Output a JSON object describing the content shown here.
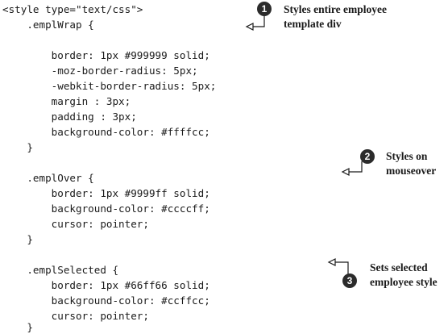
{
  "code": {
    "lines": [
      "<style type=\"text/css\">",
      "    .emplWrap {",
      "",
      "        border: 1px #999999 solid;",
      "        -moz-border-radius: 5px;",
      "        -webkit-border-radius: 5px;",
      "        margin : 3px;",
      "        padding : 3px;",
      "        background-color: #ffffcc;",
      "    }",
      "",
      "    .emplOver {",
      "        border: 1px #9999ff solid;",
      "        background-color: #ccccff;",
      "        cursor: pointer;",
      "    }",
      "",
      "    .emplSelected {",
      "        border: 1px #66ff66 solid;",
      "        background-color: #ccffcc;",
      "        cursor: pointer;",
      "    }"
    ]
  },
  "callouts": [
    {
      "number": "1",
      "lines": [
        "Styles entire employee",
        "template div"
      ]
    },
    {
      "number": "2",
      "lines": [
        "Styles on",
        "mouseover"
      ]
    },
    {
      "number": "3",
      "lines": [
        "Sets selected",
        "employee style"
      ]
    }
  ]
}
